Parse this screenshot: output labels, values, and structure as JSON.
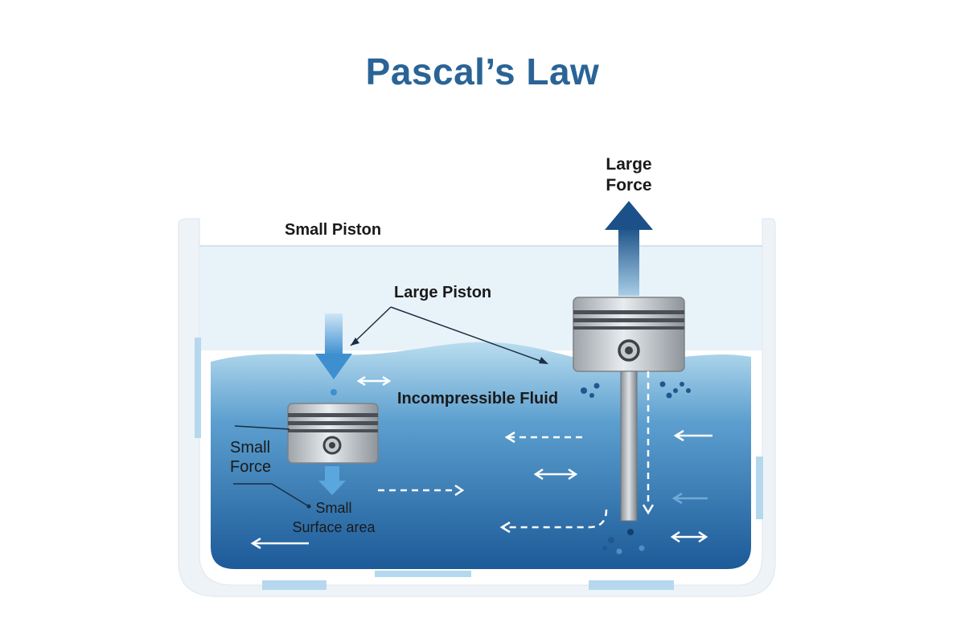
{
  "title": "Pascal’s Law",
  "labels": {
    "large_force": [
      "Large",
      "Force"
    ],
    "small_piston": "Small Piston",
    "large_piston": "Large Piston",
    "fluid": "Incompressible Fluid",
    "small_force": [
      "Small",
      "Force"
    ],
    "small_area": [
      "Small",
      "Surface area"
    ]
  },
  "colors": {
    "title": "#2a6496",
    "fluid_light": "#a9d3ea",
    "fluid_dark": "#1d5b98",
    "force_arrow": "#1f5f96"
  }
}
